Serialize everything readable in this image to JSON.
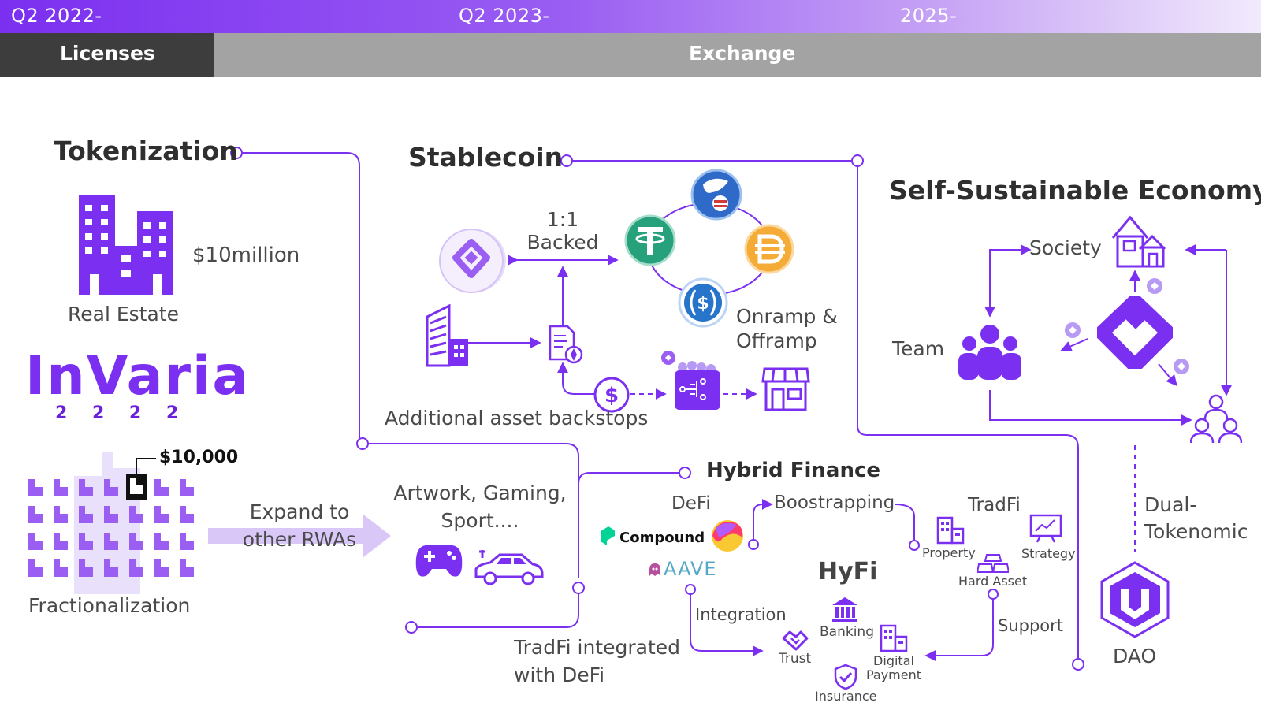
{
  "timeline": {
    "q2_2022": "Q2 2022-",
    "q2_2023": "Q2 2023-",
    "y2025": "2025-"
  },
  "phases": {
    "licenses": "Licenses",
    "exchange": "Exchange"
  },
  "tokenization": {
    "title": "Tokenization",
    "amount": "$10million",
    "real_estate": "Real Estate",
    "logo_name": "InVaria",
    "logo_year": "2 2 2 2",
    "fraction_amount": "$10,000",
    "fractionalization": "Fractionalization",
    "expand_to": "Expand to",
    "other_rwas": "other RWAs",
    "artwork_line1": "Artwork, Gaming,",
    "artwork_line2": "Sport....",
    "tradfi_line1": "TradFi integrated",
    "tradfi_line2": "with DeFi"
  },
  "stablecoin": {
    "title": "Stablecoin",
    "backed_line1": "1:1",
    "backed_line2": "Backed",
    "onramp_line1": "Onramp &",
    "onramp_line2": "Offramp",
    "backstops": "Additional asset backstops"
  },
  "hybrid": {
    "title": "Hybrid Finance",
    "defi": "DeFi",
    "compound": "Compound",
    "aave": "AAVE",
    "boostrapping": "Boostrapping",
    "tradfi": "TradFi",
    "property": "Property",
    "strategy": "Strategy",
    "hard_asset": "Hard Asset",
    "hyfi": "HyFi",
    "integration": "Integration",
    "banking": "Banking",
    "support": "Support",
    "trust": "Trust",
    "digital": "Digital",
    "payment": "Payment",
    "insurance": "Insurance"
  },
  "economy": {
    "title": "Self-Sustainable Economy",
    "society": "Society",
    "team": "Team",
    "dual_line1": "Dual-",
    "dual_line2": "Tokenomic",
    "dao": "DAO"
  },
  "colors": {
    "accent": "#7b2ff0",
    "dark": "#3d3d3d",
    "grey": "#a3a3a3",
    "tether": "#26a17b",
    "dai": "#f5ac37",
    "usdc": "#2775ca"
  },
  "icons": [
    "building-icon",
    "city-icon",
    "gamepad-icon",
    "car-icon",
    "tether-icon",
    "dai-icon",
    "usdc-icon",
    "usd-coin-icon",
    "document-icon",
    "dollar-icon",
    "wallet-icon",
    "store-icon",
    "house-icon",
    "team-icon",
    "people-icon",
    "dao-icon",
    "bank-icon",
    "handshake-icon",
    "shield-check-icon",
    "gold-bars-icon",
    "chart-board-icon"
  ]
}
